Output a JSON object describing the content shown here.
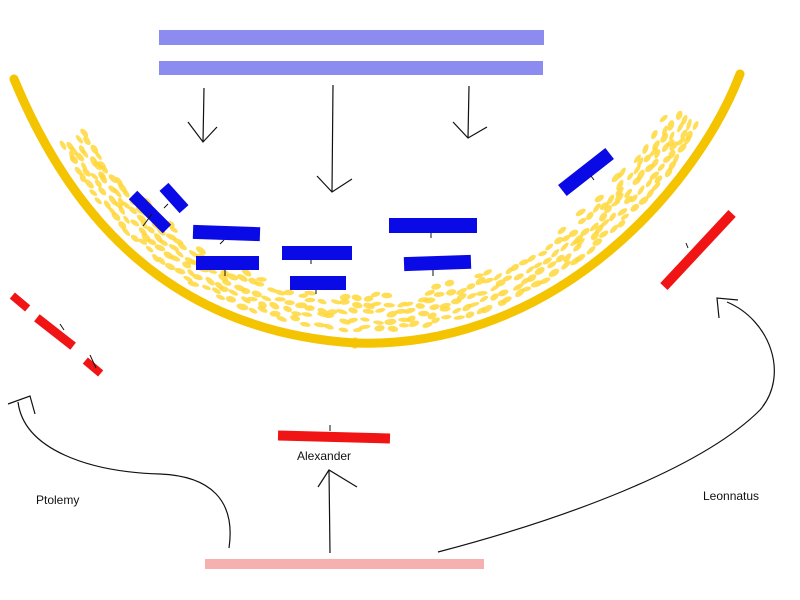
{
  "labels": {
    "alexander": "Alexander",
    "ptolemy": "Ptolemy",
    "leonnatus": "Leonnatus"
  },
  "colors": {
    "enemy_lines": "#8c8cf0",
    "enemy_units": "#0a0ae6",
    "wall": "#f5c400",
    "debris": "#ffd73a",
    "allied_units": "#f01414",
    "allied_base": "#f7b0b0",
    "arrows": "#111111"
  },
  "icons": [
    "arrow-down-icon",
    "arrow-up-icon",
    "curved-arrow-icon"
  ]
}
